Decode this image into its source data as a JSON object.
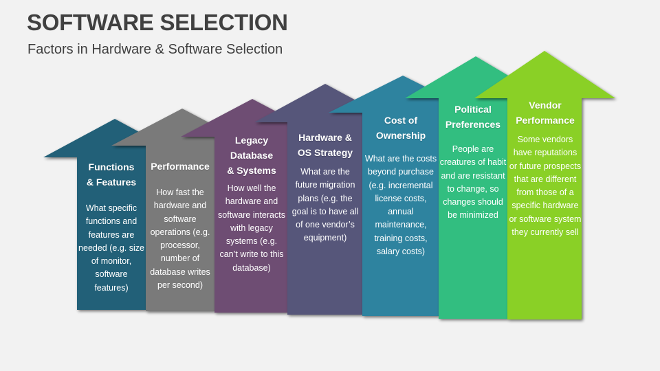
{
  "header": {
    "title": "SOFTWARE SELECTION",
    "subtitle": "Factors in Hardware & Software Selection"
  },
  "arrows": [
    {
      "heading": "Functions & Features",
      "heading_lines": [
        "Functions",
        "& Features"
      ],
      "description": "What specific functions and features are needed (e.g. size of monitor, software features)",
      "color": "#246178",
      "icon": "up-arrow-shape"
    },
    {
      "heading": "Performance",
      "heading_lines": [
        "Performance"
      ],
      "description": "How fast the hardware and software operations (e.g. processor, number of database writes per second)",
      "color": "#7a7a7a",
      "icon": "up-arrow-shape"
    },
    {
      "heading": "Legacy Database & Systems",
      "heading_lines": [
        "Legacy",
        "Database",
        "& Systems"
      ],
      "description": "How well the hardware and software interacts with legacy systems (e.g. can’t write to this database)",
      "color": "#6e4e73",
      "icon": "up-arrow-shape"
    },
    {
      "heading": "Hardware & OS Strategy",
      "heading_lines": [
        "Hardware &",
        "OS Strategy"
      ],
      "description": "What are the future migration plans (e.g. the goal is to have all of one vendor’s equipment)",
      "color": "#56567a",
      "icon": "up-arrow-shape"
    },
    {
      "heading": "Cost of Ownership",
      "heading_lines": [
        "Cost of",
        "Ownership"
      ],
      "description": "What are the costs beyond purchase (e.g. incremental license costs, annual maintenance, training costs, salary costs)",
      "color": "#2f839f",
      "icon": "up-arrow-shape"
    },
    {
      "heading": "Political Preferences",
      "heading_lines": [
        "Political",
        "Preferences"
      ],
      "description": "People are creatures of habit and are resistant to change, so changes should be minimized",
      "color": "#33be80",
      "icon": "up-arrow-shape"
    },
    {
      "heading": "Vendor Performance",
      "heading_lines": [
        "Vendor",
        "Performance"
      ],
      "description": "Some vendors have reputations or future prospects that are different from those of a specific hardware or software system they currently sell",
      "color": "#8ad028",
      "icon": "up-arrow-shape"
    }
  ]
}
